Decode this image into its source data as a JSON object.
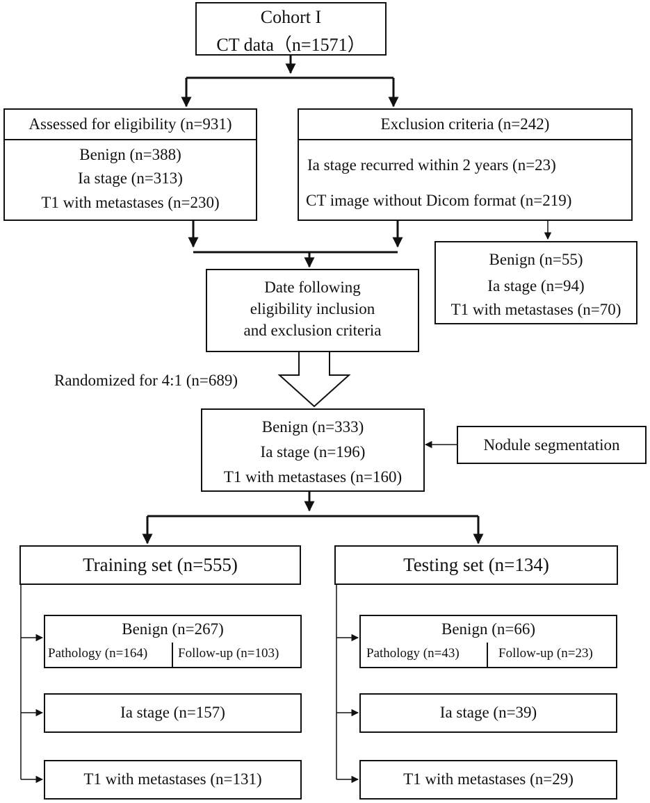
{
  "cohort": {
    "title": "Cohort I",
    "subtitle": "CT data（n=1571）"
  },
  "assessed": {
    "header": "Assessed for eligibility (n=931)",
    "items": [
      "Benign (n=388)",
      "Ia stage (n=313)",
      "T1 with metastases (n=230)"
    ]
  },
  "exclusion": {
    "header": "Exclusion criteria (n=242)",
    "items": [
      "Ia stage recurred within 2 years (n=23)",
      "CT image without Dicom format (n=219)"
    ]
  },
  "excluded_breakdown": [
    "Benign (n=55)",
    "Ia stage (n=94)",
    "T1 with metastases (n=70)"
  ],
  "following": [
    "Date following",
    "eligibility inclusion",
    "and exclusion criteria"
  ],
  "randomized": "Randomized for 4:1 (n=689)",
  "included": [
    "Benign (n=333)",
    "Ia stage (n=196)",
    "T1 with metastases (n=160)"
  ],
  "segmentation": "Nodule segmentation",
  "training": {
    "header": "Training set (n=555)",
    "benign": "Benign (n=267)",
    "pathology": "Pathology (n=164)",
    "followup": "Follow-up (n=103)",
    "ia": "Ia stage (n=157)",
    "t1": "T1 with metastases (n=131)"
  },
  "testing": {
    "header": "Testing set (n=134)",
    "benign": "Benign (n=66)",
    "pathology": "Pathology (n=43)",
    "followup": "Follow-up (n=23)",
    "ia": "Ia stage (n=39)",
    "t1": "T1 with metastases (n=29)"
  }
}
